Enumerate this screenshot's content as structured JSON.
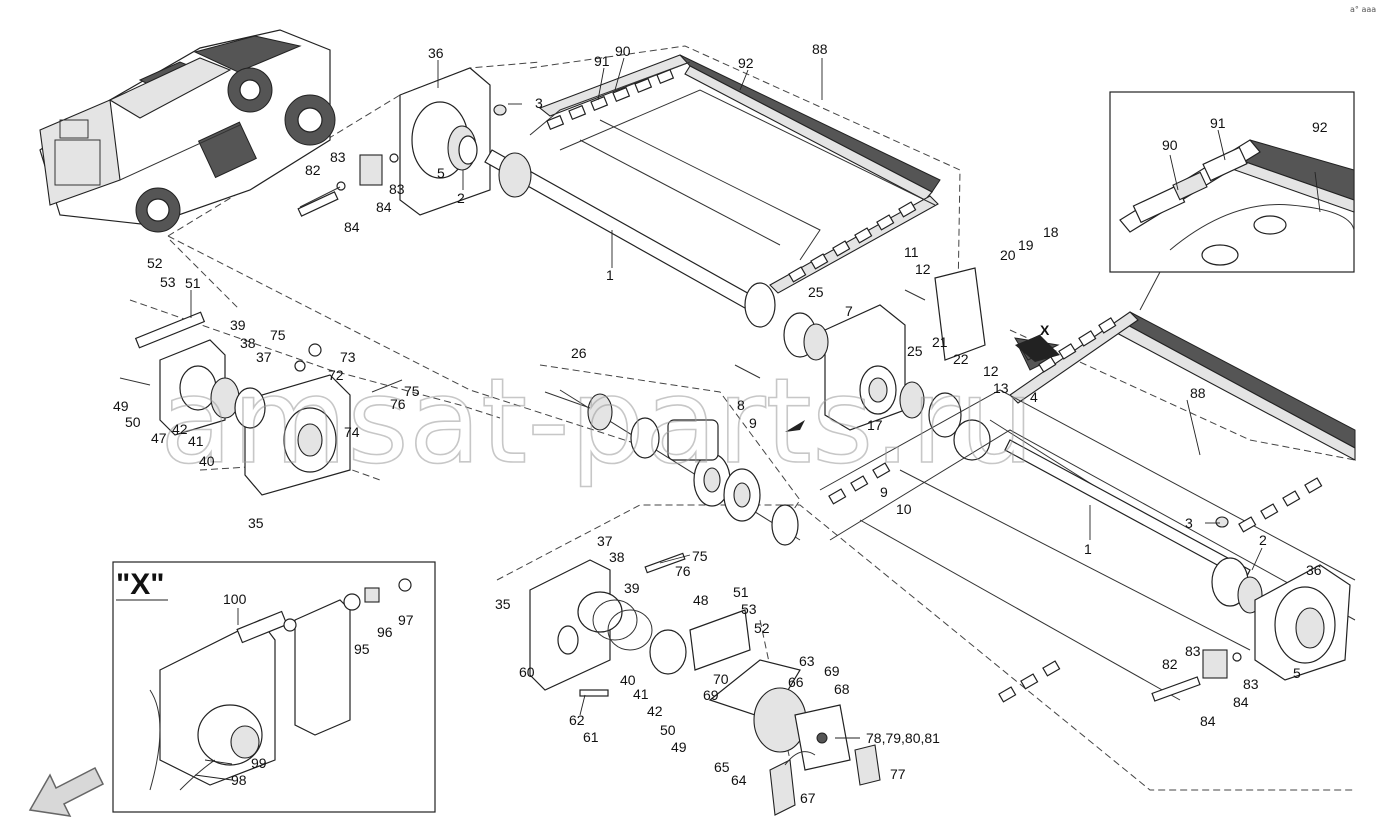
{
  "watermark": "amsat-parts.ru",
  "corner_marks": "a° aaa",
  "detail_view": {
    "title": "\"X\""
  },
  "view_marker": "X",
  "callouts": {
    "c36a": "36",
    "c91a": "91",
    "c90a": "90",
    "c92a": "92",
    "c88a": "88",
    "c3a": "3",
    "c5a": "5",
    "c2a": "2",
    "c82a": "82",
    "c83a": "83",
    "c83b": "83",
    "c84a": "84",
    "c84b": "84",
    "c1a": "1",
    "c52a": "52",
    "c53a": "53",
    "c51a": "51",
    "c39a": "39",
    "c38a": "38",
    "c75a": "75",
    "c37a": "37",
    "c73a": "73",
    "c72a": "72",
    "c75b": "75",
    "c76a": "76",
    "c49a": "49",
    "c50a": "50",
    "c47a": "47",
    "c42a": "42",
    "c41a": "41",
    "c40a": "40",
    "c74a": "74",
    "c35a": "35",
    "c26a": "26",
    "c8a": "8",
    "c9a": "9",
    "c25a": "25",
    "c7a": "7",
    "c17a": "17",
    "c25b": "25",
    "c21a": "21",
    "c22a": "22",
    "c13a": "13",
    "c12a": "12",
    "c12b": "12",
    "c11a": "11",
    "c20a": "20",
    "c19a": "19",
    "c18a": "18",
    "c4a": "4",
    "c9b": "9",
    "c10a": "10",
    "c88b": "88",
    "c3b": "3",
    "c1b": "1",
    "c2b": "2",
    "c36b": "36",
    "c5b": "5",
    "c82b": "82",
    "c83c": "83",
    "c83d": "83",
    "c84c": "84",
    "c84d": "84",
    "c91b": "91",
    "c90b": "90",
    "c92b": "92",
    "c37b": "37",
    "c38b": "38",
    "c39b": "39",
    "c75c": "75",
    "c76b": "76",
    "c35b": "35",
    "c48a": "48",
    "c51b": "51",
    "c53b": "53",
    "c52b": "52",
    "c60a": "60",
    "c40b": "40",
    "c41b": "41",
    "c42b": "42",
    "c50b": "50",
    "c49b": "49",
    "c70a": "70",
    "c69a": "69",
    "c69b": "69",
    "c63a": "63",
    "c66a": "66",
    "c68a": "68",
    "c62a": "62",
    "c61a": "61",
    "c65a": "65",
    "c64a": "64",
    "c67a": "67",
    "c78a": "78,79,80,81",
    "c77a": "77",
    "c100a": "100",
    "c95a": "95",
    "c96a": "96",
    "c97a": "97",
    "c99a": "99",
    "c98a": "98"
  }
}
